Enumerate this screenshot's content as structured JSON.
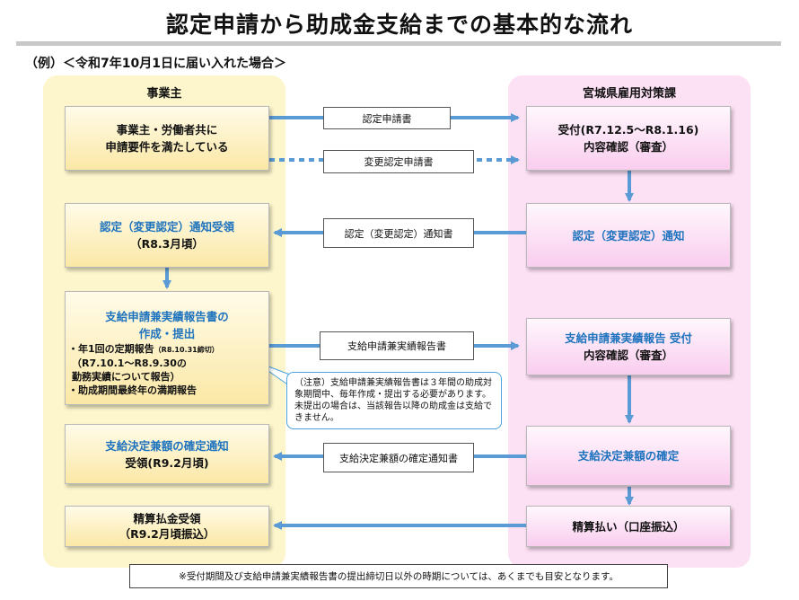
{
  "title": "認定申請から助成金支給までの基本的な流れ",
  "example": "（例）＜令和7年10月1日に届い入れた場合＞",
  "lanes": {
    "left": "事業主",
    "right": "宮城県雇用対策課"
  },
  "left_boxes": {
    "b1_l1": "事業主・労働者共に",
    "b1_l2": "申請要件を満たしている",
    "b2_l1": "認定（変更認定）通知受領",
    "b2_l2": "（R8.3月頃）",
    "b3_l1": "支給申請兼実績報告書の",
    "b3_l2": "作成・提出",
    "b3_i1": "・年1回の定期報告",
    "b3_i1_small": "（R8.10.31締切）",
    "b3_i2": "（R7.10.1～R8.9.30の",
    "b3_i3": "勤務実績について報告）",
    "b3_i4": "・助成期間最終年の満期報告",
    "b4_l1": "支給決定兼額の確定通知",
    "b4_l2": "受領(R9.2月頃)",
    "b5_l1": "精算払金受領",
    "b5_l2": "（R9.2月頃振込）"
  },
  "right_boxes": {
    "r1_l1": "受付(R7.12.5～R8.1.16)",
    "r1_l2": "内容確認（審査）",
    "r2": "認定（変更認定）通知",
    "r3_l1": "支給申請兼実績報告 受付",
    "r3_l2": "内容確認（審査）",
    "r4": "支給決定兼額の確定",
    "r5": "精算払い（口座振込）"
  },
  "arrow_labels": {
    "a1": "認定申請書",
    "a2": "変更認定申請書",
    "a3": "認定（変更認定）通知書",
    "a4": "支給申請兼実績報告書",
    "a5": "支給決定兼額の確定通知書"
  },
  "note": "（注意）支給申請兼実績報告書は３年間の助成対象期間中、毎年作成・提出する必要があります。未提出の場合は、当該報告以降の助成金は支給できません。",
  "footer": "※受付期間及び支給申請兼実績報告書の提出締切日以外の時期については、あくまでも目安となります。",
  "colors": {
    "arrow": "#5b9bd5",
    "accent_text": "#1e73be",
    "left_lane": "#fdf6cc",
    "right_lane": "#fce0f4"
  }
}
